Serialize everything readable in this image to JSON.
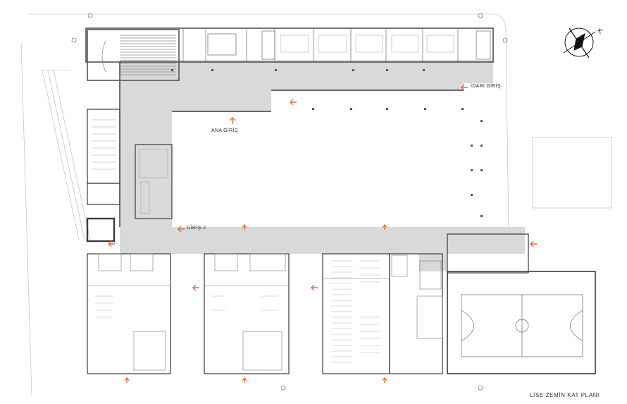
{
  "labels": {
    "main_entrance": "ANA GİRİŞ",
    "admin_entrance": "İDARİ GİRİŞ",
    "entrance_2": "GİRİŞ-2",
    "plan_title": "LİSE ZEMİN KAT PLANI"
  },
  "colors": {
    "corridor_fill": "#d9d9d9",
    "wall": "#3a3a3a",
    "thin_line": "#9a9a9a",
    "entrance_arrow": "#e2703a"
  },
  "icons": {
    "north_arrow": "north-arrow-icon",
    "entrance_arrow": "arrow-icon"
  }
}
